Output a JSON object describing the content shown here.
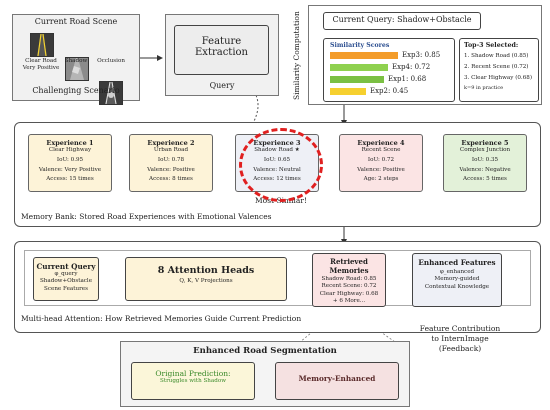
{
  "scene": {
    "title": "Current Road Scene",
    "thumbs": [
      {
        "label": "Clear Road",
        "sub": "Very Positive"
      },
      {
        "label": "Shadow",
        "sub": ""
      },
      {
        "label": "Occlusion",
        "sub": ""
      }
    ],
    "footer": "Challenging Scenario"
  },
  "feature_extraction": {
    "label_line1": "Feature",
    "label_line2": "Extraction"
  },
  "query_label": "Query",
  "similarity": {
    "side_label": "Similarity Computation",
    "current_query": "Current Query: Shadow+Obstacle",
    "scores_title": "Similarity Scores",
    "bars": [
      {
        "label": "Exp3: 0.85",
        "value": 0.85,
        "color": "#f39c2a"
      },
      {
        "label": "Exp4: 0.72",
        "value": 0.72,
        "color": "#8fd14f"
      },
      {
        "label": "Exp1: 0.68",
        "value": 0.68,
        "color": "#7bc043"
      },
      {
        "label": "Exp2: 0.45",
        "value": 0.45,
        "color": "#f6d02f"
      }
    ],
    "top3_title": "Top-3 Selected:",
    "top3": [
      "1. Shadow Road (0.85)",
      "2. Recent Scene (0.72)",
      "3. Clear Highway (0.68)"
    ],
    "top3_note": "k=9 in practice"
  },
  "memory_bank": {
    "caption": "Memory Bank: Stored Road Experiences with Emotional Valences",
    "most_similar": "Most Similar!",
    "experiences": [
      {
        "title": "Experience 1",
        "name": "Clear Highway",
        "iou": "IoU: 0.95",
        "valence": "Valence: Very Positive",
        "extra": "Access: 15 times",
        "bg": "#fdf3d8"
      },
      {
        "title": "Experience 2",
        "name": "Urban Road",
        "iou": "IoU: 0.78",
        "valence": "Valence: Positive",
        "extra": "Access: 8 times",
        "bg": "#fdf3d8"
      },
      {
        "title": "Experience 3",
        "name": "Shadow Road ★",
        "iou": "IoU: 0.65",
        "valence": "Valence: Neutral",
        "extra": "Access: 12 times",
        "bg": "#eef0f6"
      },
      {
        "title": "Experience 4",
        "name": "Recent Scene",
        "iou": "IoU: 0.72",
        "valence": "Valence: Positive",
        "extra": "Age: 2 steps",
        "bg": "#fbe4e4"
      },
      {
        "title": "Experience 5",
        "name": "Complex Junction",
        "iou": "IoU: 0.35",
        "valence": "Valence: Negative",
        "extra": "Access: 5 times",
        "bg": "#e3f1d9"
      }
    ]
  },
  "attention": {
    "caption": "Multi-head Attention: How Retrieved Memories Guide Current Prediction",
    "current_query": {
      "title": "Current Query",
      "sub1": "φ_query",
      "sub2": "Shadow+Obstacle",
      "sub3": "Scene Features"
    },
    "heads": {
      "title": "8 Attention Heads",
      "sub": "Q, K, V Projections"
    },
    "retrieved": {
      "title": "Retrieved Memories",
      "items": [
        "Shadow Road: 0.85",
        "Recent Scene: 0.72",
        "Clear Highway: 0.68",
        "+ 6 More..."
      ]
    },
    "enhanced": {
      "title": "Enhanced Features",
      "sub1": "φ_enhanced",
      "sub2": "Memory-guided",
      "sub3": "Contextual Knowledge"
    }
  },
  "feedback": {
    "line1": "Feature Contribution",
    "line2": "to InternImage (Feedback)"
  },
  "segmentation": {
    "title": "Enhanced Road Segmentation",
    "original_title": "Original Prediction:",
    "original_sub": "Struggles with Shadow",
    "memory_label": "Memory-Enhanced"
  }
}
